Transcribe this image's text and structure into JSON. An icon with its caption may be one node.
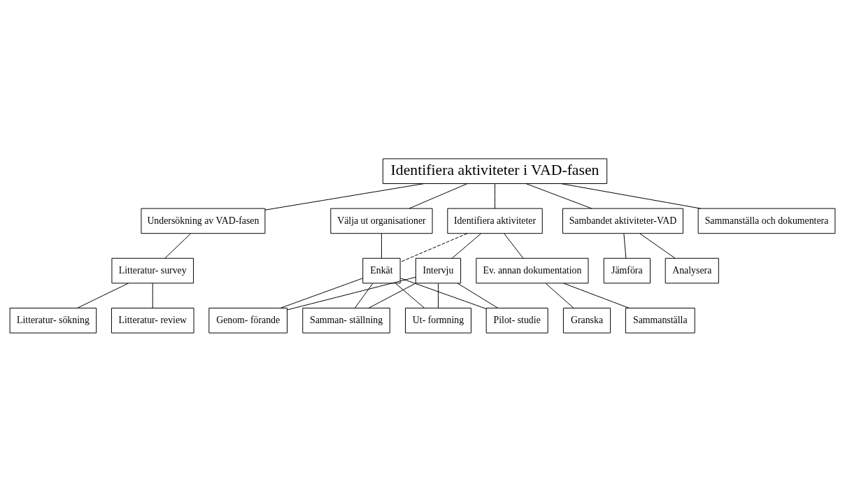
{
  "diagram": {
    "nodes": [
      {
        "text": [
          "Identifiera aktiviteter i VAD-fasen"
        ]
      },
      {
        "text": [
          "Undersökning av VAD-fasen"
        ]
      },
      {
        "text": [
          "Välja ut organisationer"
        ]
      },
      {
        "text": [
          "Identifiera aktiviteter"
        ]
      },
      {
        "text": [
          "Sambandet aktiviteter-VAD"
        ]
      },
      {
        "text": [
          "Sammanställa och dokumentera"
        ]
      },
      {
        "text": [
          "Litteratur- survey"
        ]
      },
      {
        "text": [
          "Jämföra"
        ]
      },
      {
        "text": [
          "Analysera"
        ]
      },
      {
        "text": [
          "Enkät"
        ]
      },
      {
        "text": [
          "Intervju"
        ]
      },
      {
        "text": [
          "Ev. annan dokumentation"
        ]
      },
      {
        "text": [
          "Litteratur- sökning"
        ]
      },
      {
        "text": [
          "Litteratur- review"
        ]
      },
      {
        "text": [
          "Granska"
        ]
      },
      {
        "text": [
          "Sammanställa"
        ]
      },
      {
        "text": [
          "Ut- formning"
        ]
      },
      {
        "text": [
          "Pilot- studie"
        ]
      },
      {
        "text": [
          "Genom- förande"
        ]
      },
      {
        "text": [
          "Samman- ställning"
        ]
      }
    ],
    "edges": [
      {
        "from": 0,
        "to": 1,
        "arrow": "none"
      },
      {
        "from": 0,
        "to": 2,
        "arrow": "none"
      },
      {
        "from": 0,
        "to": 3,
        "arrow": "none"
      },
      {
        "from": 0,
        "to": 4,
        "arrow": "none"
      },
      {
        "from": 0,
        "to": 5,
        "arrow": "none"
      },
      {
        "from": 1,
        "to": 6,
        "arrow": "none"
      },
      {
        "from": 6,
        "to": 12,
        "arrow": "none"
      },
      {
        "from": 6,
        "to": 13,
        "arrow": "none"
      },
      {
        "from": 2,
        "to": 9,
        "arrow": "none"
      },
      {
        "from": 3,
        "to": 9,
        "arrow": "none",
        "style": "dashed"
      },
      {
        "from": 3,
        "to": 10,
        "arrow": "none"
      },
      {
        "from": 3,
        "to": 11,
        "arrow": "none"
      },
      {
        "from": 4,
        "to": 7,
        "arrow": "none"
      },
      {
        "from": 4,
        "to": 8,
        "arrow": "none"
      },
      {
        "from": 11,
        "to": 14,
        "arrow": "none"
      },
      {
        "from": 11,
        "to": 15,
        "arrow": "none"
      },
      {
        "from": 9,
        "to": 16,
        "arrow": "none"
      },
      {
        "from": 9,
        "to": 17,
        "arrow": "none"
      },
      {
        "from": 9,
        "to": 18,
        "arrow": "none"
      },
      {
        "from": 9,
        "to": 19,
        "arrow": "none"
      },
      {
        "from": 10,
        "to": 16,
        "arrow": "none"
      },
      {
        "from": 10,
        "to": 17,
        "arrow": "none"
      },
      {
        "from": 10,
        "to": 18,
        "arrow": "none"
      },
      {
        "from": 10,
        "to": 19,
        "arrow": "none"
      }
    ]
  }
}
